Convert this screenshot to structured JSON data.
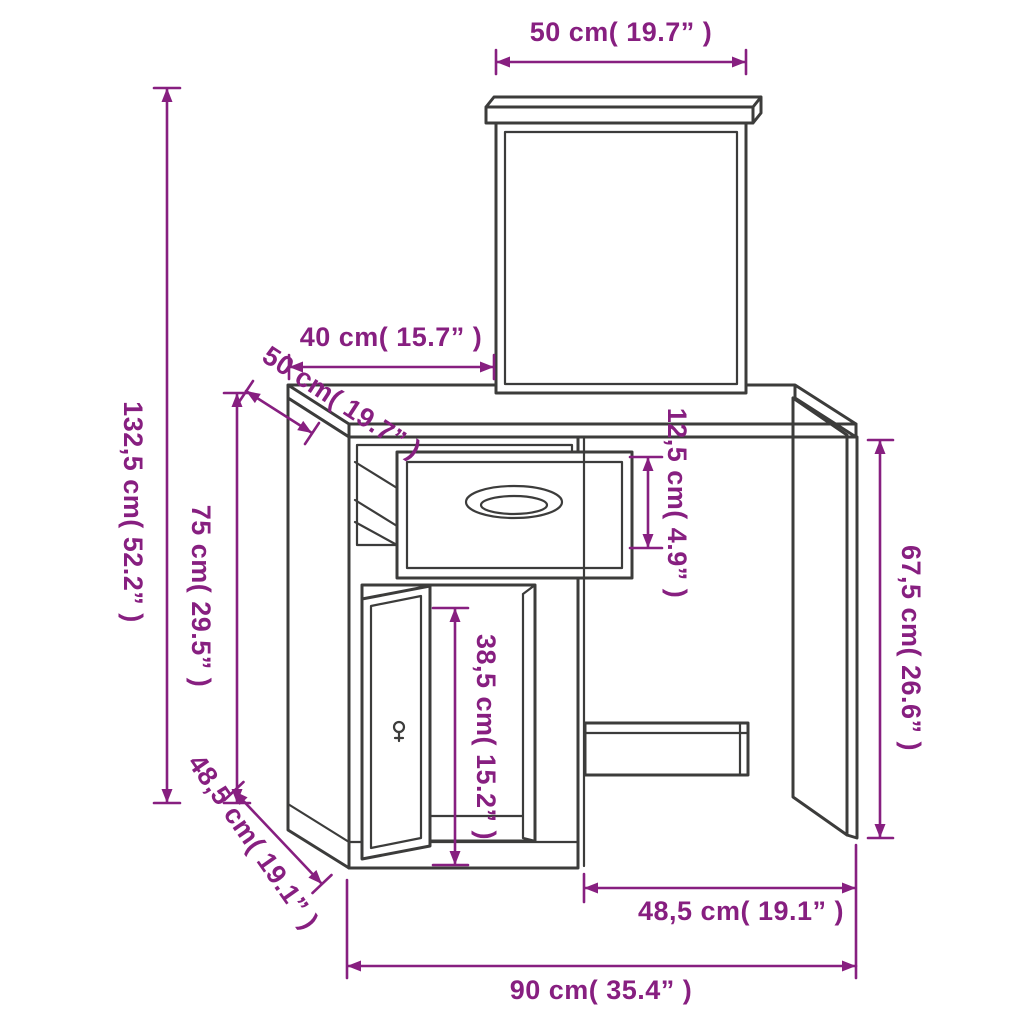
{
  "colors": {
    "outline": "#3c3c3b",
    "dimension": "#871f80",
    "background": "#ffffff"
  },
  "labels": {
    "mirror_width": "50 cm( 19.7” )",
    "total_height": "132,5 cm( 52.2” )",
    "desk_left_width": "40 cm( 15.7” )",
    "total_depth": "50 cm( 19.7” )",
    "desk_height": "75 cm( 29.5” )",
    "drawer_height": "12,5 cm( 4.9” )",
    "clearance_height": "67,5 cm( 26.6” )",
    "cabinet_inner_height": "38,5 cm( 15.2” )",
    "base_depth": "48,5 cm( 19.1” )",
    "knee_space_width": "48,5 cm( 19.1” )",
    "total_width": "90 cm( 35.4” )"
  }
}
